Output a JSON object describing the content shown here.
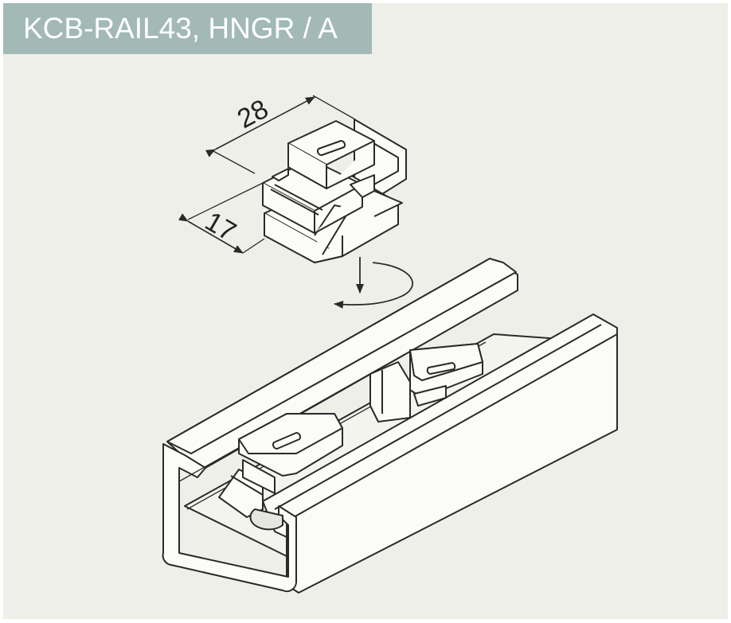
{
  "title": "KCB-RAIL43, HNGR / A",
  "colors": {
    "background": "#efefe9",
    "title_bar": "#a2b9b6",
    "title_text": "#ffffff",
    "line": "#2a2a2a",
    "part_fill": "#fbfbf7"
  },
  "dimensions": {
    "width_label": "28",
    "depth_label": "17"
  }
}
